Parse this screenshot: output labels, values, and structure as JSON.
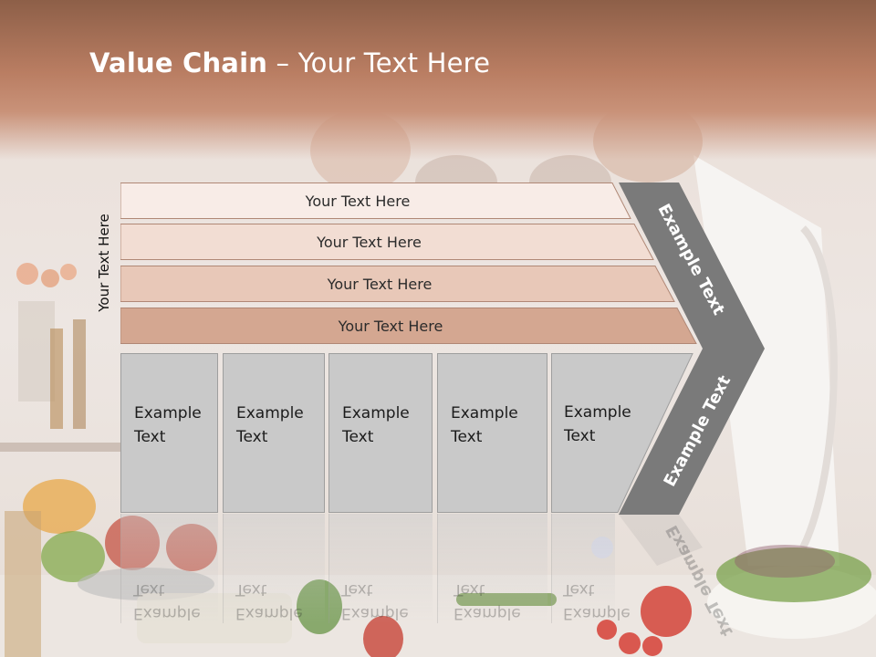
{
  "slide": {
    "title_bold": "Value Chain",
    "title_sep": " – ",
    "title_rest": "Your Text Here",
    "vertical_label": "Your Text Here"
  },
  "rows": [
    {
      "label": "Your Text Here",
      "fill": "#f8ece7"
    },
    {
      "label": "Your Text Here",
      "fill": "#f2ddd3"
    },
    {
      "label": "Your Text Here",
      "fill": "#e8c8b8"
    },
    {
      "label": "Your Text Here",
      "fill": "#d4a791"
    }
  ],
  "cells": [
    {
      "line1": "Example",
      "line2": "Text"
    },
    {
      "line1": "Example",
      "line2": "Text"
    },
    {
      "line1": "Example",
      "line2": "Text"
    },
    {
      "line1": "Example",
      "line2": "Text"
    },
    {
      "line1": "Example",
      "line2": "Text"
    }
  ],
  "chevron": {
    "upper_label": "Example Text",
    "lower_label": "Example Text",
    "fill": "#7a7a7a"
  },
  "colors": {
    "title_band": "#b97d62",
    "cell_fill": "#c9c9c9"
  }
}
